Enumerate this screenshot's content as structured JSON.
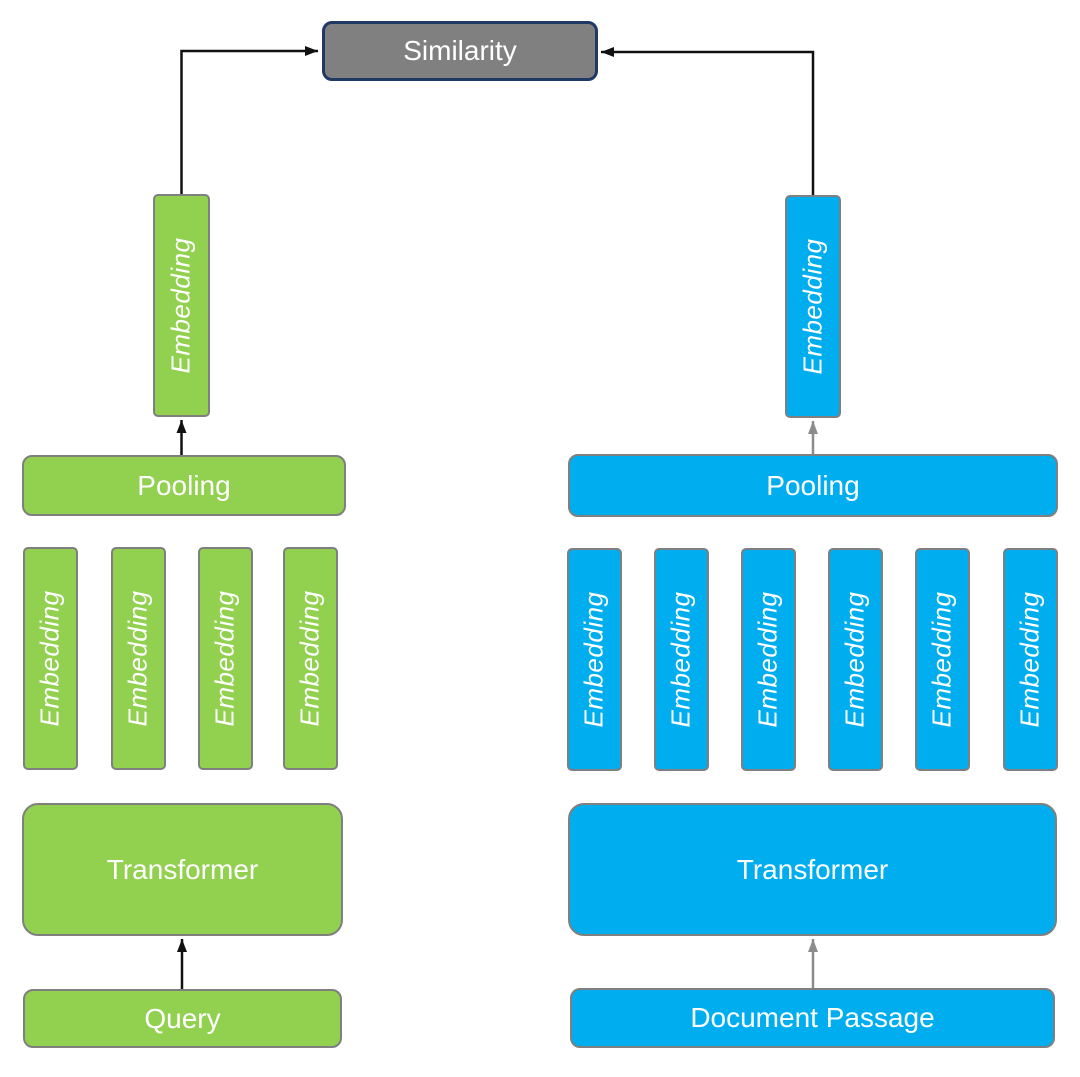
{
  "colors": {
    "green": "#92D050",
    "blue": "#00AEEF",
    "gray_fill": "#808080",
    "similarity_border": "#1F3864",
    "box_border": "#7F7F7F",
    "arrow_black": "#111111",
    "arrow_gray": "#8C8C8C"
  },
  "similarity": {
    "label": "Similarity"
  },
  "query_tower": {
    "embedding_label": "Embedding",
    "pooling_label": "Pooling",
    "token_embeddings": [
      "Embedding",
      "Embedding",
      "Embedding",
      "Embedding"
    ],
    "transformer_label": "Transformer",
    "input_label": "Query"
  },
  "document_tower": {
    "embedding_label": "Embedding",
    "pooling_label": "Pooling",
    "token_embeddings": [
      "Embedding",
      "Embedding",
      "Embedding",
      "Embedding",
      "Embedding",
      "Embedding"
    ],
    "transformer_label": "Transformer",
    "input_label": "Document Passage"
  }
}
